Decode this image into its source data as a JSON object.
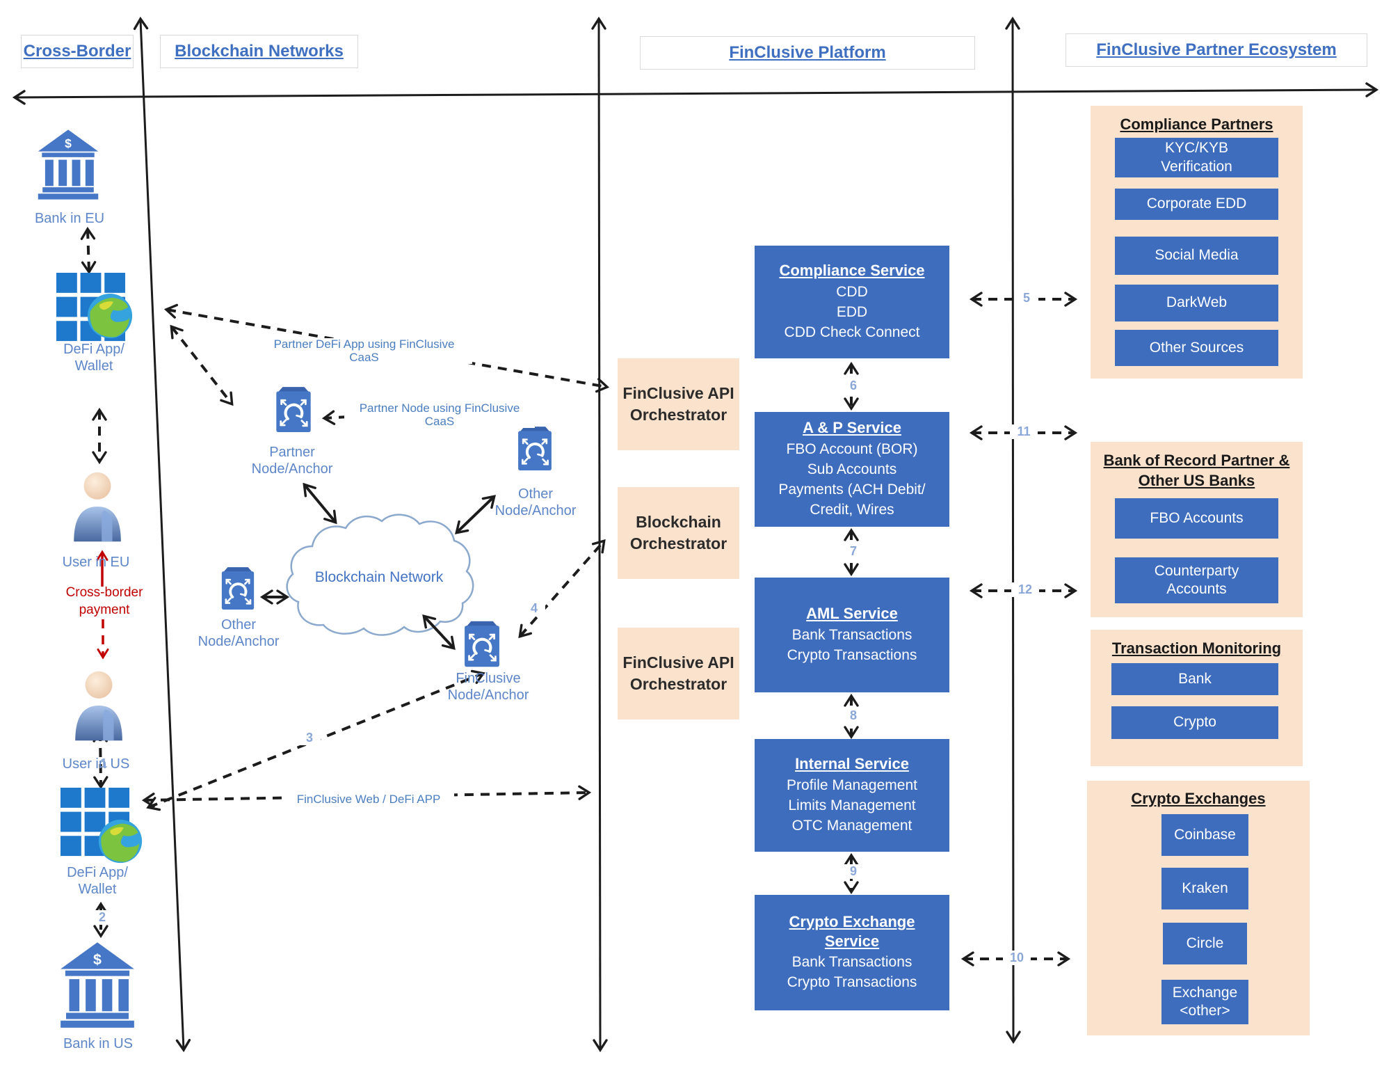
{
  "lanes": {
    "cross_border": "Cross-Border",
    "blockchain": "Blockchain Networks",
    "platform": "FinClusive Platform",
    "ecosystem": "FinClusive Partner Ecosystem"
  },
  "left": {
    "bank_eu": "Bank in EU",
    "defi_eu": "DeFi App/\nWallet",
    "user_eu": "User in EU",
    "cross_border_payment": "Cross-border\npayment",
    "user_us": "User in US",
    "defi_us": "DeFi App/\nWallet",
    "bank_us": "Bank in US"
  },
  "network": {
    "cloud": "Blockchain Network",
    "partner_node": "Partner\nNode/Anchor",
    "other_node_right": "Other\nNode/Anchor",
    "other_node_left": "Other\nNode/Anchor",
    "finclusive_node": "FinClusive\nNode/Anchor",
    "note_partner_defi": "Partner DeFi App using FinClusive CaaS",
    "note_partner_node": "Partner Node using FinClusive CaaS",
    "note_web": "FinClusive Web / DeFi APP"
  },
  "platform": {
    "orchestrators": [
      {
        "label": "FinClusive API\nOrchestrator"
      },
      {
        "label": "Blockchain\nOrchestrator"
      },
      {
        "label": "FinClusive API\nOrchestrator"
      }
    ],
    "services": [
      {
        "title": "Compliance Service",
        "lines": [
          "CDD",
          "EDD",
          "CDD Check Connect"
        ]
      },
      {
        "title": "A & P Service",
        "lines": [
          "FBO Account (BOR)",
          "Sub Accounts",
          "Payments (ACH Debit/",
          "Credit, Wires"
        ]
      },
      {
        "title": "AML Service",
        "lines": [
          "Bank Transactions",
          "Crypto Transactions"
        ]
      },
      {
        "title": "Internal Service",
        "lines": [
          "Profile Management",
          "Limits Management",
          "OTC Management"
        ]
      },
      {
        "title": "Crypto Exchange\nService",
        "lines": [
          "Bank Transactions",
          "Crypto Transactions"
        ]
      }
    ]
  },
  "ecosystem": {
    "compliance": {
      "title": "Compliance Partners",
      "items": [
        "KYC/KYB\nVerification",
        "Corporate EDD",
        "Social Media",
        "DarkWeb",
        "Other Sources"
      ]
    },
    "bank_record": {
      "title": "Bank of Record Partner &\nOther US Banks",
      "items": [
        "FBO Accounts",
        "Counterparty\nAccounts"
      ]
    },
    "transaction_monitoring": {
      "title": "Transaction Monitoring",
      "items": [
        "Bank",
        "Crypto"
      ]
    },
    "crypto_exchanges": {
      "title": "Crypto Exchanges",
      "items": [
        "Coinbase",
        "Kraken",
        "Circle",
        "Exchange\n<other>"
      ]
    }
  },
  "markers": {
    "n1": "1",
    "n2": "2",
    "n3": "3",
    "n4": "4",
    "n5": "5",
    "n6": "6",
    "n7": "7",
    "n8": "8",
    "n9": "9",
    "n10": "10",
    "n11": "11",
    "n12": "12"
  }
}
